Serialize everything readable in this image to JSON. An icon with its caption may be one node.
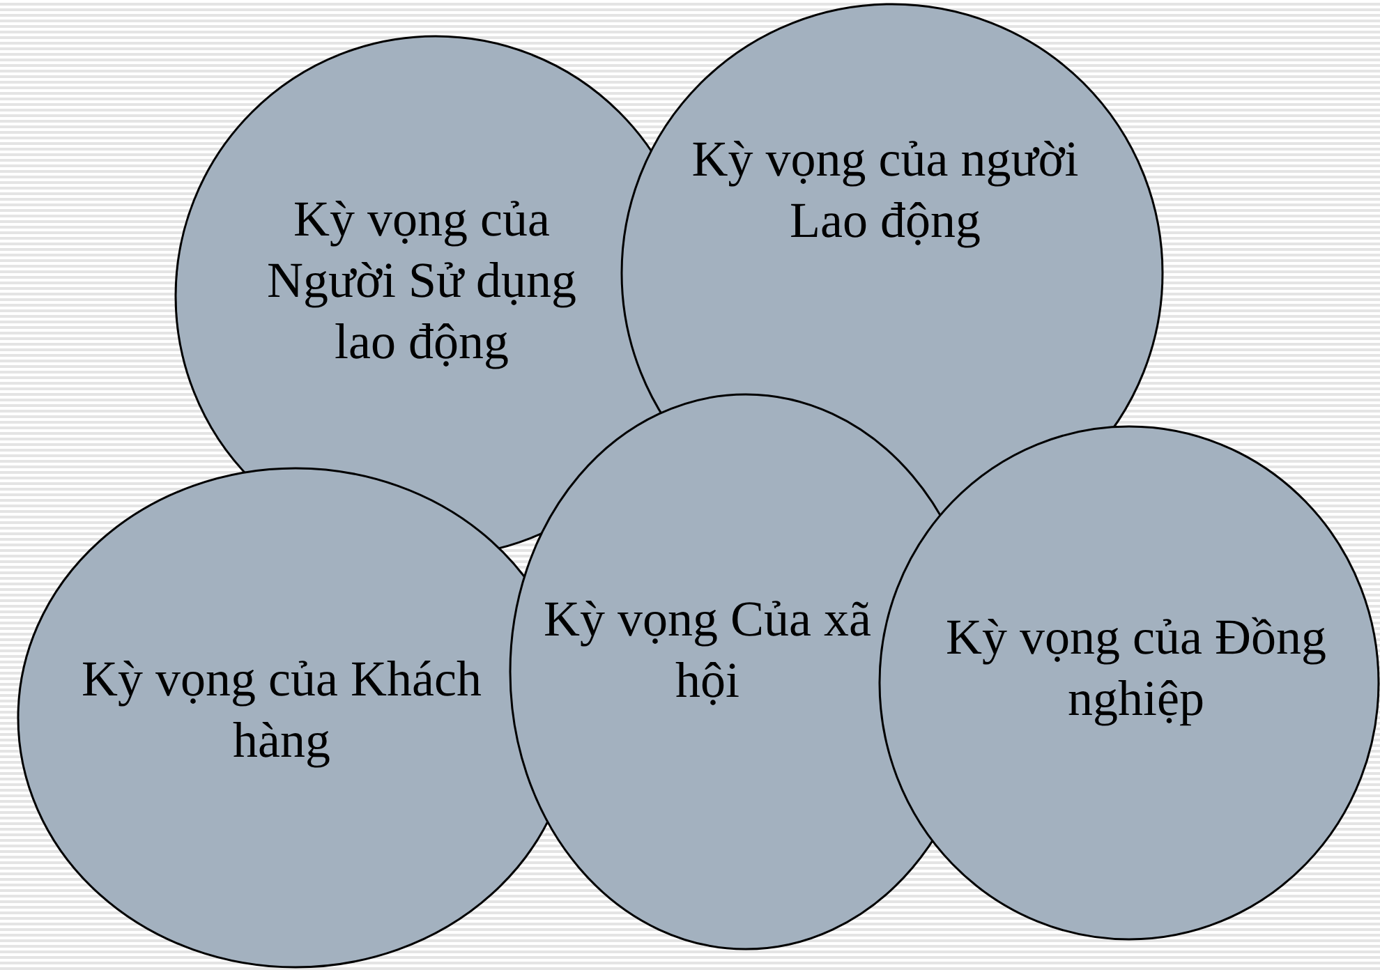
{
  "diagram": {
    "nodes": [
      {
        "text": [
          "Kỳ vọng của Người Sử dụng lao động"
        ]
      },
      {
        "text": [
          "Kỳ vọng của người Lao động"
        ]
      },
      {
        "text": [
          "Kỳ vọng của Khách hàng"
        ]
      },
      {
        "text": [
          "Kỳ vọng Của xã hội"
        ]
      },
      {
        "text": [
          "Kỳ vọng của Đồng nghiệp"
        ]
      }
    ]
  }
}
